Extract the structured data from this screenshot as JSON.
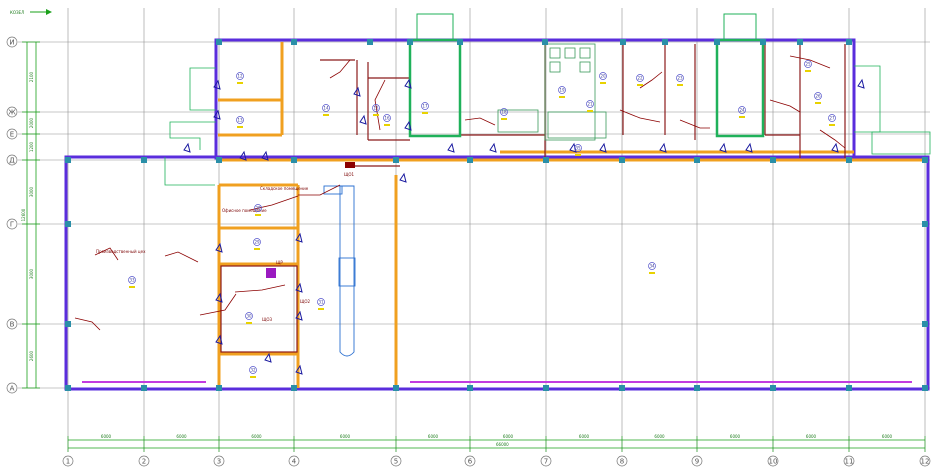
{
  "colors": {
    "grid": "#8f8f8f",
    "wall_outer": "#5a2ddc",
    "wall_orange": "#f0a020",
    "wall_yellow": "#f2b02a",
    "wall_green": "#1fb15a",
    "wiring": "#8b0000",
    "dimension": "#1aa01a",
    "column": "#2a8fa8",
    "room_marker": "#5555cc",
    "door": "#1a1aa0"
  },
  "north_label": "КОЗЕЛ",
  "axes": {
    "columns": [
      "1",
      "2",
      "3",
      "4",
      "5",
      "6",
      "7",
      "8",
      "9",
      "10",
      "11",
      "12"
    ],
    "rows": [
      "И",
      "Ж",
      "Е",
      "Д",
      "Г",
      "В",
      "А"
    ]
  },
  "dimensions": {
    "bottom": [
      "6000",
      "6000",
      "6000",
      "6000",
      "6000",
      "6000",
      "6000",
      "6000",
      "6000",
      "6000",
      "6000",
      "6000"
    ],
    "bottom_total": "66000",
    "left": [
      "2100",
      "2000",
      "1200",
      "3000",
      "3000",
      "2600"
    ],
    "left_total": "12600"
  },
  "rooms": [
    {
      "num": "12"
    },
    {
      "num": "13"
    },
    {
      "num": "14"
    },
    {
      "num": "15"
    },
    {
      "num": "16"
    },
    {
      "num": "17"
    },
    {
      "num": "18"
    },
    {
      "num": "19"
    },
    {
      "num": "20"
    },
    {
      "num": "21"
    },
    {
      "num": "22"
    },
    {
      "num": "23"
    },
    {
      "num": "24"
    },
    {
      "num": "25"
    },
    {
      "num": "26"
    },
    {
      "num": "27"
    },
    {
      "num": "28"
    },
    {
      "num": "29"
    },
    {
      "num": "30"
    },
    {
      "num": "31"
    },
    {
      "num": "32"
    },
    {
      "num": "33"
    },
    {
      "num": "34"
    },
    {
      "num": "35"
    }
  ],
  "labels": {
    "panel_1": "ЩО1",
    "panel_2": "ЩО2",
    "panel_3": "ЩО3",
    "panel_room": "ЩР",
    "store_room": "Складское помещение",
    "office": "Офисное помещение",
    "production": "Производственный цех"
  }
}
